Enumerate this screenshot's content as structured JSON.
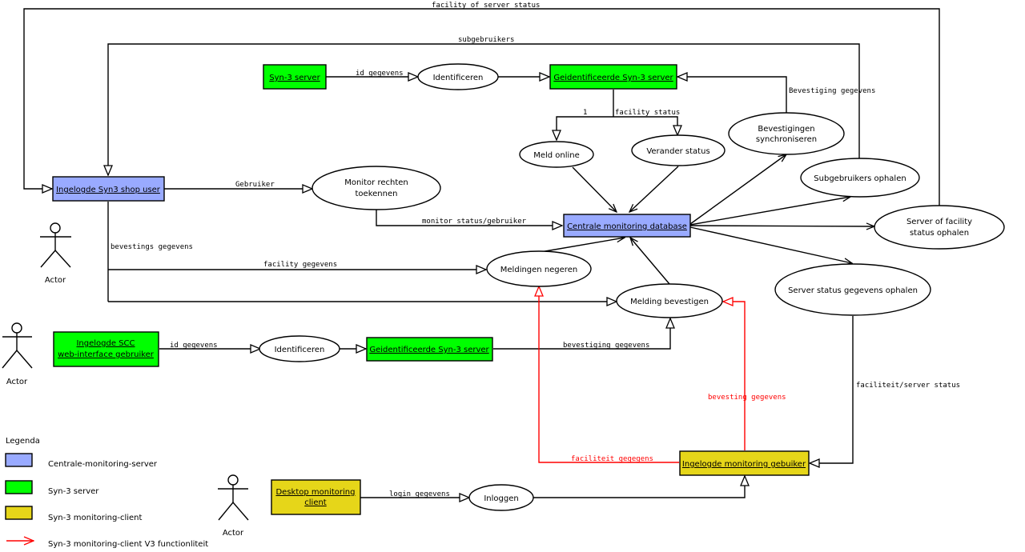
{
  "colors": {
    "central": "#99aaff",
    "syn3": "#00ff00",
    "client": "#e6d619",
    "v3": "#ff0000"
  },
  "boxes": {
    "syn3_server": "Syn-3 server",
    "ident_syn3_top": "Geidentificeerde Syn-3 server",
    "shop_user": "Ingelogde Syn3 shop user",
    "central_db": "Centrale monitoring database",
    "scc_user_line1": "Ingelogde SCC",
    "scc_user_line2": "web-interface gebruiker",
    "ident_syn3_mid": "Geidentificeerde Syn-3 server",
    "monitoring_user": "Ingelogde monitoring gebuiker",
    "desktop_client_line1": "Desktop monitoring",
    "desktop_client_line2": "client"
  },
  "ellipses": {
    "identificeren_top": "Identificeren",
    "meld_online": "Meld online",
    "verander_status": "Verander status",
    "bevestigingen_line1": "Bevestigingen",
    "bevestigingen_line2": "synchroniseren",
    "subgebruikers_ophalen": "Subgebruikers ophalen",
    "monitor_rechten_line1": "Monitor rechten",
    "monitor_rechten_line2": "toekennen",
    "server_facility_line1": "Server of facility",
    "server_facility_line2": "status ophalen",
    "meldingen_negeren": "Meldingen negeren",
    "melding_bevestigen": "Melding bevestigen",
    "server_status_ophalen": "Server status gegevens ophalen",
    "identificeren_mid": "Identificeren",
    "inloggen": "Inloggen"
  },
  "edge_labels": {
    "facility_server_status": "facility of server status",
    "subgebruikers": "subgebruikers",
    "id_gegevens_top": "id gegevens",
    "bevestiging_gegevens_top": "Bevestiging gegevens",
    "one": "1",
    "facility_status": "facility status",
    "gebruiker": "Gebruiker",
    "monitor_status_gebruiker": "monitor status/gebruiker",
    "bevestings_gegevens": "bevestings gegevens",
    "facility_gegevens": "facility gegevens",
    "id_gegevens_mid": "id gegevens",
    "bevestiging_gegevens_mid": "bevestiging gegevens",
    "faciliteit_server_status": "faciliteit/server status",
    "bevesting_gegevens_red": "bevesting gegevens",
    "faciliteit_gegegens_red": "faciliteit gegegens",
    "login_gegevens": "login gegevens"
  },
  "actors": {
    "actor1": "Actor",
    "actor2": "Actor",
    "actor3": "Actor"
  },
  "legend": {
    "title": "Legenda",
    "central": "Centrale-monitoring-server",
    "syn3": "Syn-3 server",
    "client": "Syn-3 monitoring-client",
    "v3": "Syn-3 monitoring-client V3 functionliteit"
  }
}
